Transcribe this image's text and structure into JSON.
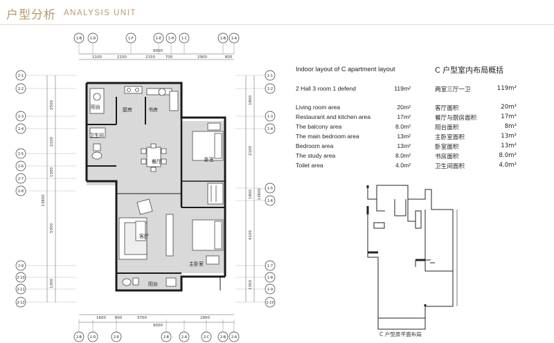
{
  "header": {
    "title_cn": "户型分析",
    "title_en": "ANALYSIS  UNIT"
  },
  "floorplan": {
    "axis_top": [
      "1-B",
      "1-D",
      "1-F",
      "1-E",
      "1-H",
      "1-C",
      "1-B",
      "1-A"
    ],
    "axis_bottom": [
      "2-B",
      "2-D",
      "2-E",
      "2-B",
      "2-A",
      "2-C",
      "2-B",
      "2-A"
    ],
    "axis_left": [
      "2-1",
      "2-2",
      "2-3",
      "2-4",
      "2-5",
      "2-6",
      "2-7",
      "2-8",
      "2-9",
      "2-10",
      "2-11",
      "2-12"
    ],
    "axis_right": [
      "1-1",
      "1-2",
      "1-3",
      "1-4",
      "1-5",
      "1-6",
      "1-7",
      "1-8",
      "1-9",
      "1-10"
    ],
    "dim_top_total": "9000",
    "dim_top": [
      "1100",
      "2150",
      "2150",
      "700",
      "2900",
      "800"
    ],
    "dim_bottom_total": "9000",
    "dim_bottom": [
      "1600",
      "800",
      "3700",
      "2900"
    ],
    "dim_left": [
      "2500",
      "2100",
      "1300",
      "5300",
      "1300"
    ],
    "dim_left_total": "13800",
    "dim_right": [
      "1800",
      "2100",
      "1800",
      "4100",
      "1300"
    ],
    "dim_right_total": "13800",
    "rooms": {
      "balcony_small": "阳台",
      "kitchen": "厨房",
      "study": "书房",
      "bathroom": "卫生间",
      "dining": "餐厅",
      "bedroom2": "卧室",
      "living": "客厅",
      "master": "主卧室",
      "balcony_main": "阳台"
    }
  },
  "en_table": {
    "title": "Indoor layout of C apartment layout",
    "rows": [
      {
        "label": "2 Hall 3 room 1 defend",
        "value": "119m²"
      },
      {
        "label": "Living room area",
        "value": "20m²"
      },
      {
        "label": "Restaurant and kitchen area",
        "value": "17m²"
      },
      {
        "label": "The balcony area",
        "value": "8.0m²"
      },
      {
        "label": "The main bedroom area",
        "value": "13m²"
      },
      {
        "label": "Bedroom area",
        "value": "13m²"
      },
      {
        "label": "The study area",
        "value": "8.0m²"
      },
      {
        "label": "Toilet area",
        "value": "4.0m²"
      }
    ]
  },
  "cn_table": {
    "title": "C 户型室内布局概括",
    "rows": [
      {
        "label": "两室三厅一卫",
        "value": "119m²"
      },
      {
        "label": "客厅面积",
        "value": "20m²"
      },
      {
        "label": "餐厅与厨房面积",
        "value": "17m²"
      },
      {
        "label": "阳台面积",
        "value": "8m²"
      },
      {
        "label": "主卧室面积",
        "value": "13m²"
      },
      {
        "label": "卧室面积",
        "value": "13m²"
      },
      {
        "label": "书房面积",
        "value": "8.0m²"
      },
      {
        "label": "卫生间面积",
        "value": "4.0m²"
      }
    ]
  },
  "orig_plan": {
    "caption": "C 户型原平面布局"
  },
  "colors": {
    "accent": "#b7986c",
    "wall": "#1a1a1a",
    "floor": "#dcdcdc"
  }
}
